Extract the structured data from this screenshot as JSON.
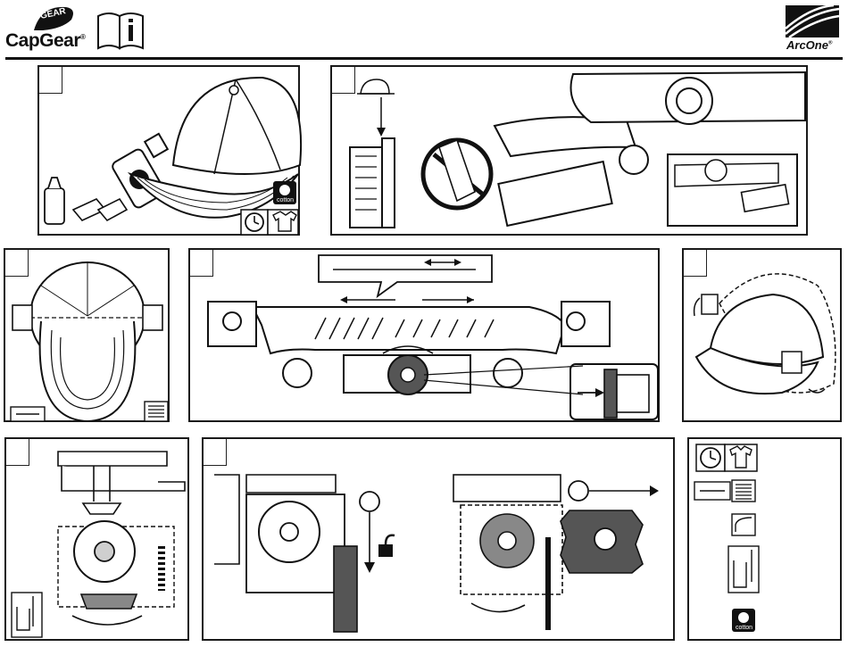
{
  "header": {
    "brand_left": "CapGear",
    "brand_left_mark": "®",
    "brand_left_badge": "GEAR",
    "manual_icon": "info-book-icon",
    "brand_right": "ArcOne",
    "brand_right_mark": "®"
  },
  "labels": {
    "cotton": "cotton"
  },
  "icons": {
    "panel1": [
      "spray-bottle-icon",
      "cap-icon",
      "dropper-icon",
      "clock-icon",
      "tshirt-icon",
      "cotton-icon"
    ],
    "panel2": [
      "cap-icon",
      "prohibited-icon"
    ],
    "panel7": [
      "unlock-icon"
    ],
    "legend": [
      "clock-icon",
      "tshirt-icon",
      "level-icon",
      "align-icon",
      "curve-icon",
      "finger-press-icon",
      "cotton-icon"
    ]
  },
  "colors": {
    "ink": "#1a1a1a",
    "shade_dark": "#555555",
    "shade_mid": "#888888",
    "shade_light": "#cfcfcf"
  }
}
